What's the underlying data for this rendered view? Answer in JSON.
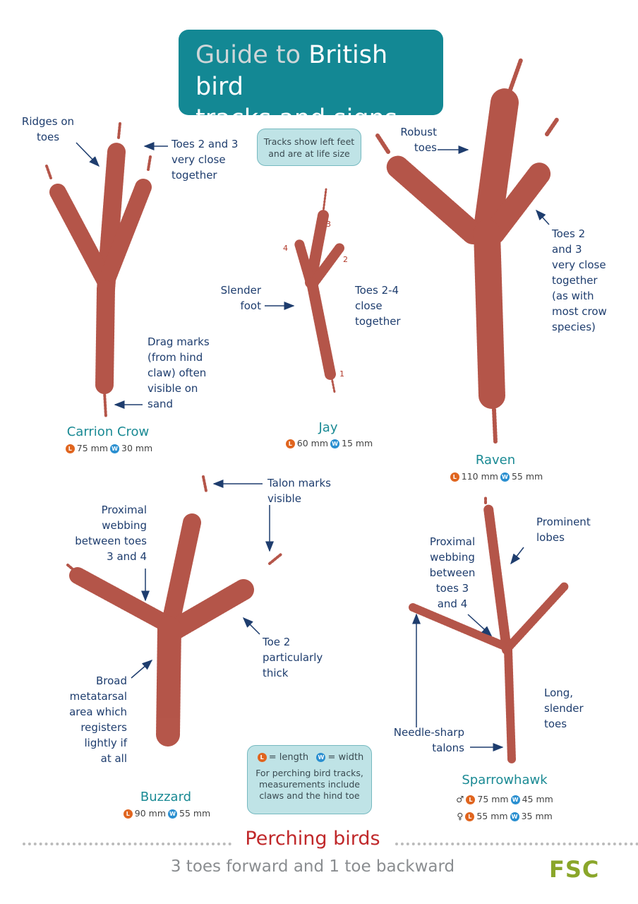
{
  "title": {
    "part1": "Guide to",
    "part2": "British bird",
    "line2": "tracks and signs"
  },
  "info_top": "Tracks show left feet\nand are at life size",
  "legend": {
    "l_badge": "L",
    "w_badge": "W",
    "l_text": "= length",
    "w_text": "= width",
    "note": "For perching bird tracks,\nmeasurements include\nclaws and the hind toe"
  },
  "birds": {
    "crow": {
      "name": "Carrion Crow",
      "length": "75 mm",
      "width": "30 mm"
    },
    "jay": {
      "name": "Jay",
      "length": "60 mm",
      "width": "15 mm"
    },
    "raven": {
      "name": "Raven",
      "length": "110 mm",
      "width": "55 mm"
    },
    "buzzard": {
      "name": "Buzzard",
      "length": "90 mm",
      "width": "55 mm"
    },
    "sparrowhawk": {
      "name": "Sparrowhawk",
      "male_symbol": "♂",
      "female_symbol": "♀",
      "male_length": "75 mm",
      "male_width": "45 mm",
      "female_length": "55 mm",
      "female_width": "35 mm"
    }
  },
  "notes": {
    "ridges": "Ridges on\ntoes",
    "crow_toes": "Toes 2 and 3\nvery close\ntogether",
    "drag": "Drag marks\n(from hind\nclaw) often\nvisible on\nsand",
    "slender_foot": "Slender\nfoot",
    "jay_toes": "Toes 2-4\nclose\ntogether",
    "robust": "Robust\ntoes",
    "raven_toes": "Toes 2\nand 3\nvery close\ntogether\n(as with\nmost crow\nspecies)",
    "talon_marks": "Talon marks\nvisible",
    "buzzard_webbing": "Proximal\nwebbing\nbetween toes\n3 and 4",
    "toe2_thick": "Toe 2\nparticularly\nthick",
    "metatarsal": "Broad\nmetatarsal\narea which\nregisters\nlightly if\nat all",
    "lobes": "Prominent\nlobes",
    "sh_webbing": "Proximal\nwebbing\nbetween\ntoes 3\nand 4",
    "long_toes": "Long,\nslender\ntoes",
    "needle": "Needle-sharp\ntalons"
  },
  "toe_numbers": {
    "t1": "1",
    "t2": "2",
    "t3": "3",
    "t4": "4"
  },
  "footer": {
    "title": "Perching birds",
    "subtitle": "3 toes forward and 1 toe backward",
    "logo": "FSC"
  },
  "colors": {
    "teal": "#138894",
    "track": "#a8382a",
    "note": "#1e3d6e",
    "length": "#e0651f",
    "width": "#2a8fd0",
    "footer_red": "#c0282a"
  }
}
